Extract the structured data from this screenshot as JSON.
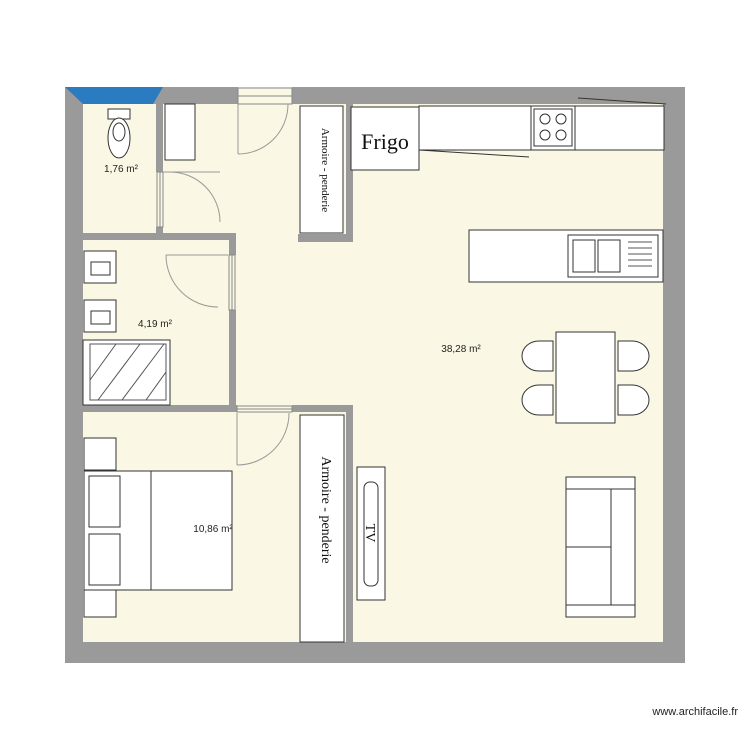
{
  "rooms": {
    "wc_area": "1,76 m²",
    "bathroom_area": "4,19 m²",
    "bedroom_area": "10,86 m²",
    "living_area": "38,28 m²"
  },
  "furniture": {
    "fridge_label": "Frigo",
    "wardrobe_top_label": "Armoire - penderie",
    "wardrobe_bottom_label": "Armoire - penderie",
    "tv_label": "TV"
  },
  "watermark": "www.archifacile.fr",
  "colors": {
    "wall": "#9a9a9a",
    "floor": "#faf8e4",
    "window": "#2a7bbf",
    "furniture_stroke": "#333333"
  }
}
